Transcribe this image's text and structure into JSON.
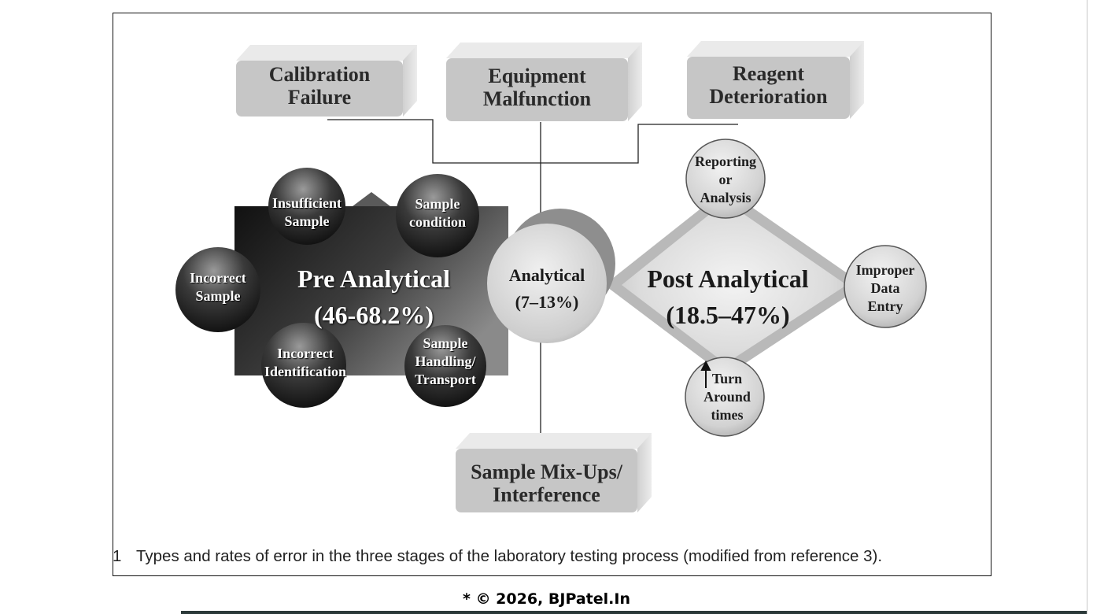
{
  "diagram": {
    "source_boxes": [
      {
        "id": "calibration",
        "label": "Calibration\nFailure"
      },
      {
        "id": "equipment",
        "label": "Equipment\nMalfunction"
      },
      {
        "id": "reagent",
        "label": "Reagent\nDeterioration"
      },
      {
        "id": "mixups",
        "label": "Sample Mix-Ups/\nInterference"
      }
    ],
    "pre_analytical": {
      "title": "Pre Analytical",
      "rate": "(46-68.2%)",
      "errors": [
        {
          "id": "insufficient",
          "label": "Insufficient\nSample"
        },
        {
          "id": "condition",
          "label": "Sample\ncondition"
        },
        {
          "id": "incorrect-sample",
          "label": "Incorrect\nSample"
        },
        {
          "id": "identification",
          "label": "Incorrect\nIdentification"
        },
        {
          "id": "handling",
          "label": "Sample\nHandling/\nTransport"
        }
      ]
    },
    "analytical": {
      "title": "Analytical",
      "rate": "(7–13%)"
    },
    "post_analytical": {
      "title": "Post Analytical",
      "rate": "(18.5–47%)",
      "errors": [
        {
          "id": "reporting",
          "label": "Reporting\nor\nAnalysis"
        },
        {
          "id": "data-entry",
          "label": "Improper\nData\nEntry"
        },
        {
          "id": "turnaround",
          "label": "Turn\nAround\ntimes"
        }
      ]
    }
  },
  "caption": {
    "number": "1",
    "text": "Types and rates of error in the three stages of the laboratory testing process (modified from reference 3)."
  },
  "footer": {
    "copyright": "* © 2026, BJPatel.In"
  }
}
